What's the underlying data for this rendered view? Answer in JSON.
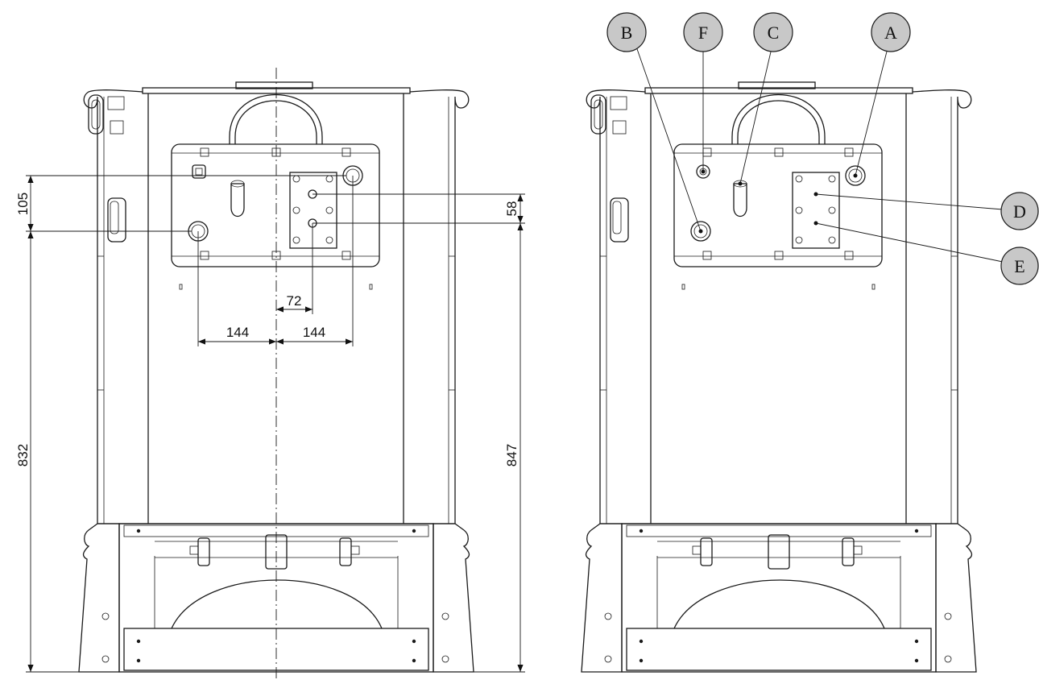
{
  "left_view": {
    "dimensions": {
      "d105": "105",
      "d58": "58",
      "d72": "72",
      "d144_left": "144",
      "d144_right": "144",
      "d832": "832",
      "d847": "847"
    }
  },
  "right_view": {
    "callouts": {
      "A": "A",
      "B": "B",
      "C": "C",
      "D": "D",
      "E": "E",
      "F": "F"
    }
  },
  "colors": {
    "line": "#1a1a1a",
    "callout_fill": "#c8c8c8",
    "background": "#ffffff"
  }
}
